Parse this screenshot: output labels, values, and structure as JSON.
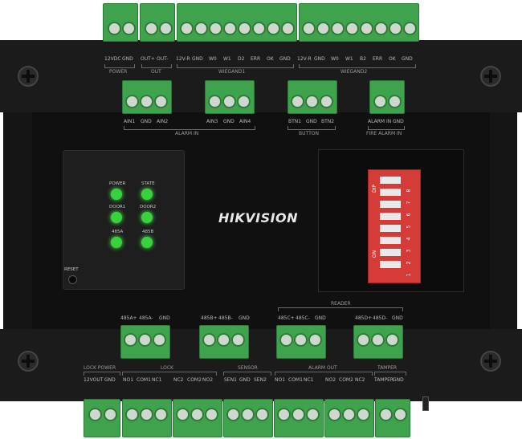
{
  "brand": "HIKVISION",
  "top_row_labels": [
    "12VDC",
    "GND",
    "OUT+",
    "OUT-",
    "12V-R",
    "GND",
    "W0",
    "W1",
    "D2",
    "ERR",
    "OK",
    "GND",
    "12V-R",
    "GND",
    "W0",
    "W1",
    "B2",
    "ERR",
    "OK",
    "GND"
  ],
  "top_groups": {
    "power": "POWER",
    "out": "OUT",
    "wiegand1": "WIEGAND1",
    "wiegand2": "WIEGAND2"
  },
  "upper_mid_labels": [
    "AIN1",
    "GND",
    "AIN2",
    "AIN3",
    "GND",
    "AIN4",
    "BTN1",
    "GND",
    "BTN2",
    "ALARM IN",
    "GND"
  ],
  "upper_mid_groups": {
    "alarm_in": "ALARM IN",
    "button": "BUTTON",
    "fire_alarm_in": "FIRE ALARM IN"
  },
  "leds": [
    "POWER",
    "STATE",
    "DOOR1",
    "DOOR2",
    "485A",
    "485B"
  ],
  "reset": "RESET",
  "dip": {
    "title": "DIP",
    "on": "ON",
    "numbers": [
      "1",
      "2",
      "3",
      "4",
      "5",
      "6",
      "7",
      "8"
    ]
  },
  "lower_mid_labels": [
    "485A+",
    "485A-",
    "GND",
    "485B+",
    "485B-",
    "GND",
    "485C+",
    "485C-",
    "GND",
    "485D+",
    "485D-",
    "GND"
  ],
  "reader_group": "READER",
  "bottom_groups": {
    "lock_power": "LOCK POWER",
    "lock": "LOCK",
    "sensor": "SENSOR",
    "alarm_out": "ALARM OUT",
    "tamper": "TAMPER"
  },
  "bottom_labels": [
    "12VOUT",
    "GND",
    "NO1",
    "COM1",
    "NC1",
    "NC2",
    "COM2",
    "NO2",
    "SEN1",
    "GND",
    "SEN2",
    "NO1",
    "COM1",
    "NC1",
    "NO2",
    "COM2",
    "NC2",
    "TAMPER",
    "GND"
  ]
}
